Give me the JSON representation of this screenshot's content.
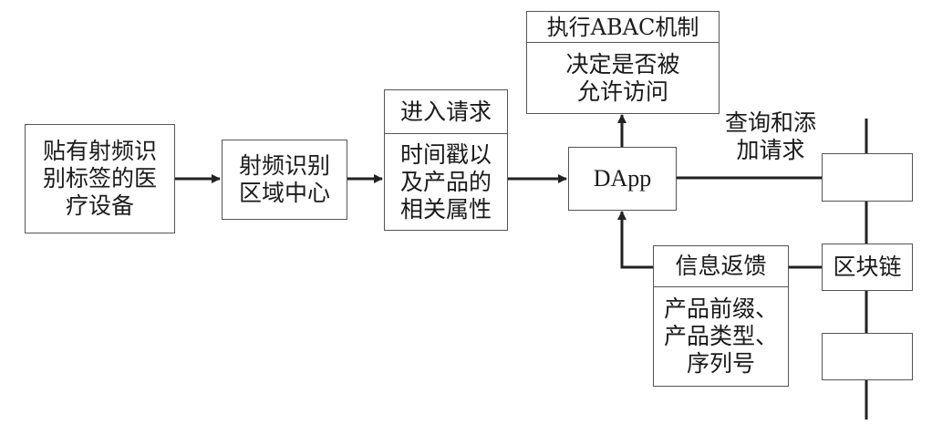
{
  "nodes": {
    "device": {
      "lines": [
        "贴有射频识",
        "别标签的医",
        "疗设备"
      ]
    },
    "rfid_center": {
      "lines": [
        "射频识别",
        "区域中心"
      ]
    },
    "request": {
      "header": "进入请求",
      "body_lines": [
        "时间戳以",
        "及产品的",
        "相关属性"
      ]
    },
    "dapp": {
      "label": "DApp"
    },
    "abac": {
      "header": "执行ABAC机制",
      "body_lines": [
        "决定是否被",
        "允许访问"
      ]
    },
    "feedback": {
      "header": "信息返馈",
      "body_lines": [
        "产品前缀、",
        "产品类型、",
        "序列号"
      ]
    },
    "blockchain": {
      "label": "区块链"
    }
  },
  "edges": {
    "query_label_lines": [
      "查询和添",
      "加请求"
    ]
  },
  "colors": {
    "stroke": "#222222",
    "box_border": "#555555",
    "background": "#ffffff"
  }
}
